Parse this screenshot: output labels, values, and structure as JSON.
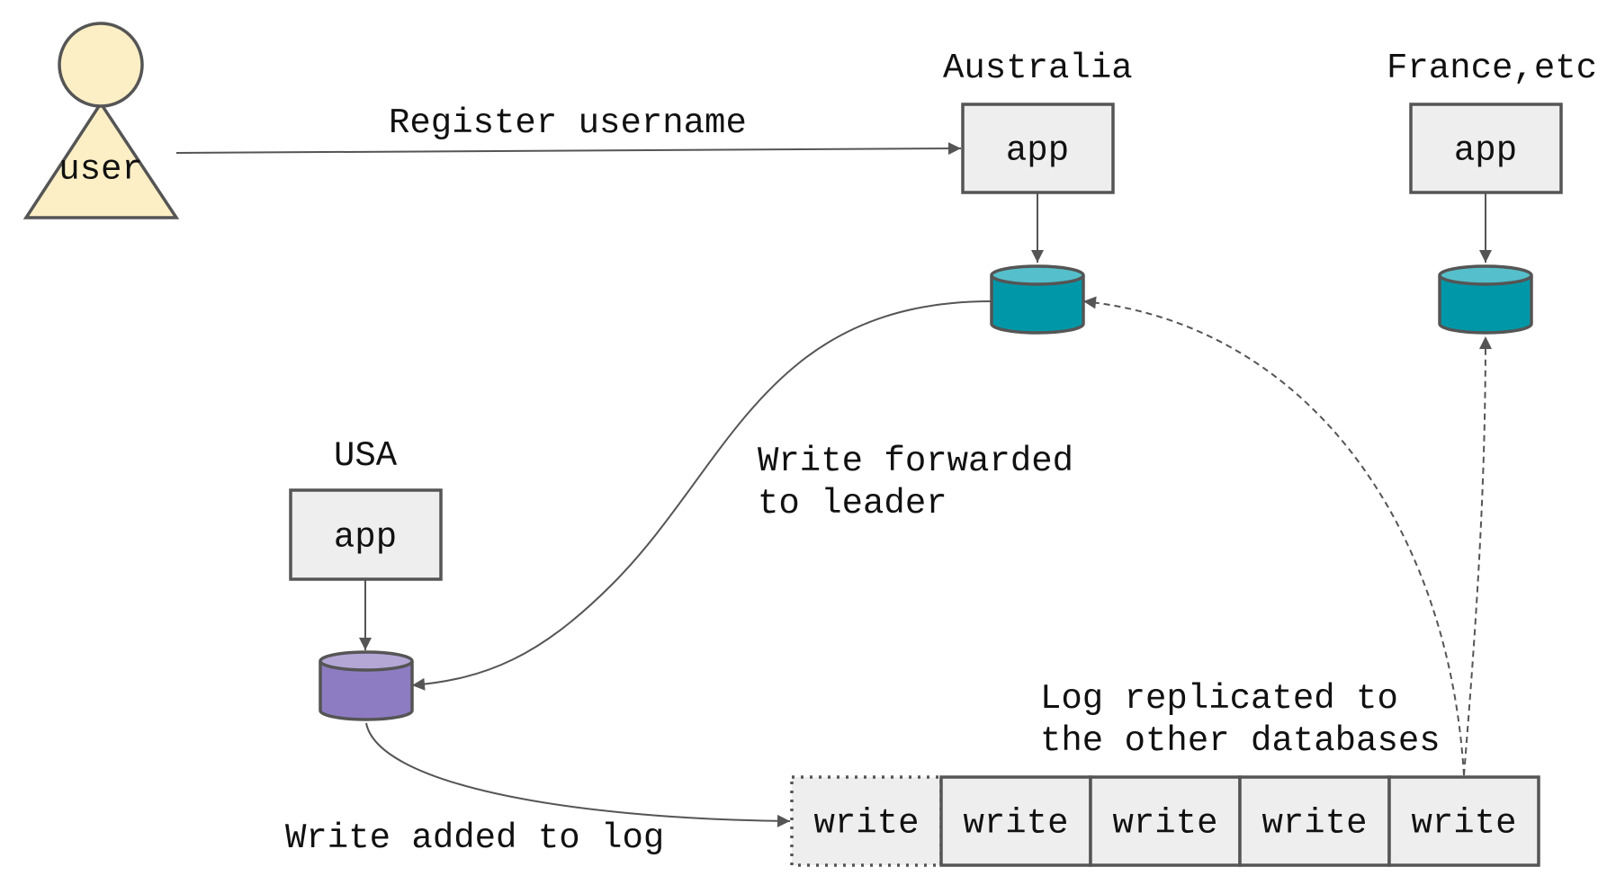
{
  "user": {
    "label": "user"
  },
  "regions": {
    "australia": {
      "title": "Australia",
      "app_label": "app"
    },
    "france": {
      "title": "France,etc",
      "app_label": "app"
    },
    "usa": {
      "title": "USA",
      "app_label": "app"
    }
  },
  "annotations": {
    "register": "Register username",
    "forwarded_line1": "Write forwarded",
    "forwarded_line2": "to leader",
    "log_added": "Write added to log",
    "replicated_line1": "Log replicated to",
    "replicated_line2": "the other databases"
  },
  "log": {
    "pending": "write",
    "entries": [
      "write",
      "write",
      "write",
      "write"
    ]
  },
  "colors": {
    "user_fill": "#fdefc5",
    "box_fill": "#eeeeee",
    "stroke": "#555555",
    "follower_db": "#0098a8",
    "follower_db_top": "#55c0cb",
    "leader_db": "#8e7cc3",
    "leader_db_top": "#b4a7d6"
  }
}
